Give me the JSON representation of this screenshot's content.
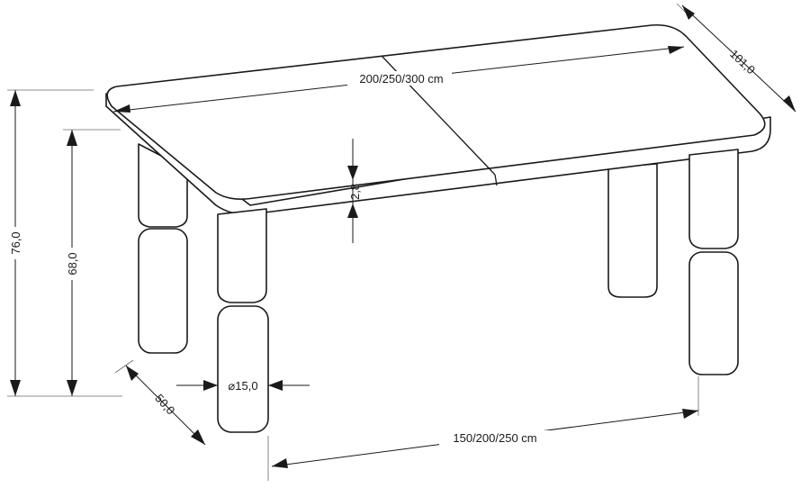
{
  "dimensions": {
    "top_length": "200/250/300 cm",
    "depth": "101,0",
    "top_thickness": "2,8",
    "total_height": "76,0",
    "leg_height": "68,0",
    "leg_diameter": "⌀15,0",
    "leg_offset": "50,0",
    "leg_span": "150/200/250 cm"
  }
}
